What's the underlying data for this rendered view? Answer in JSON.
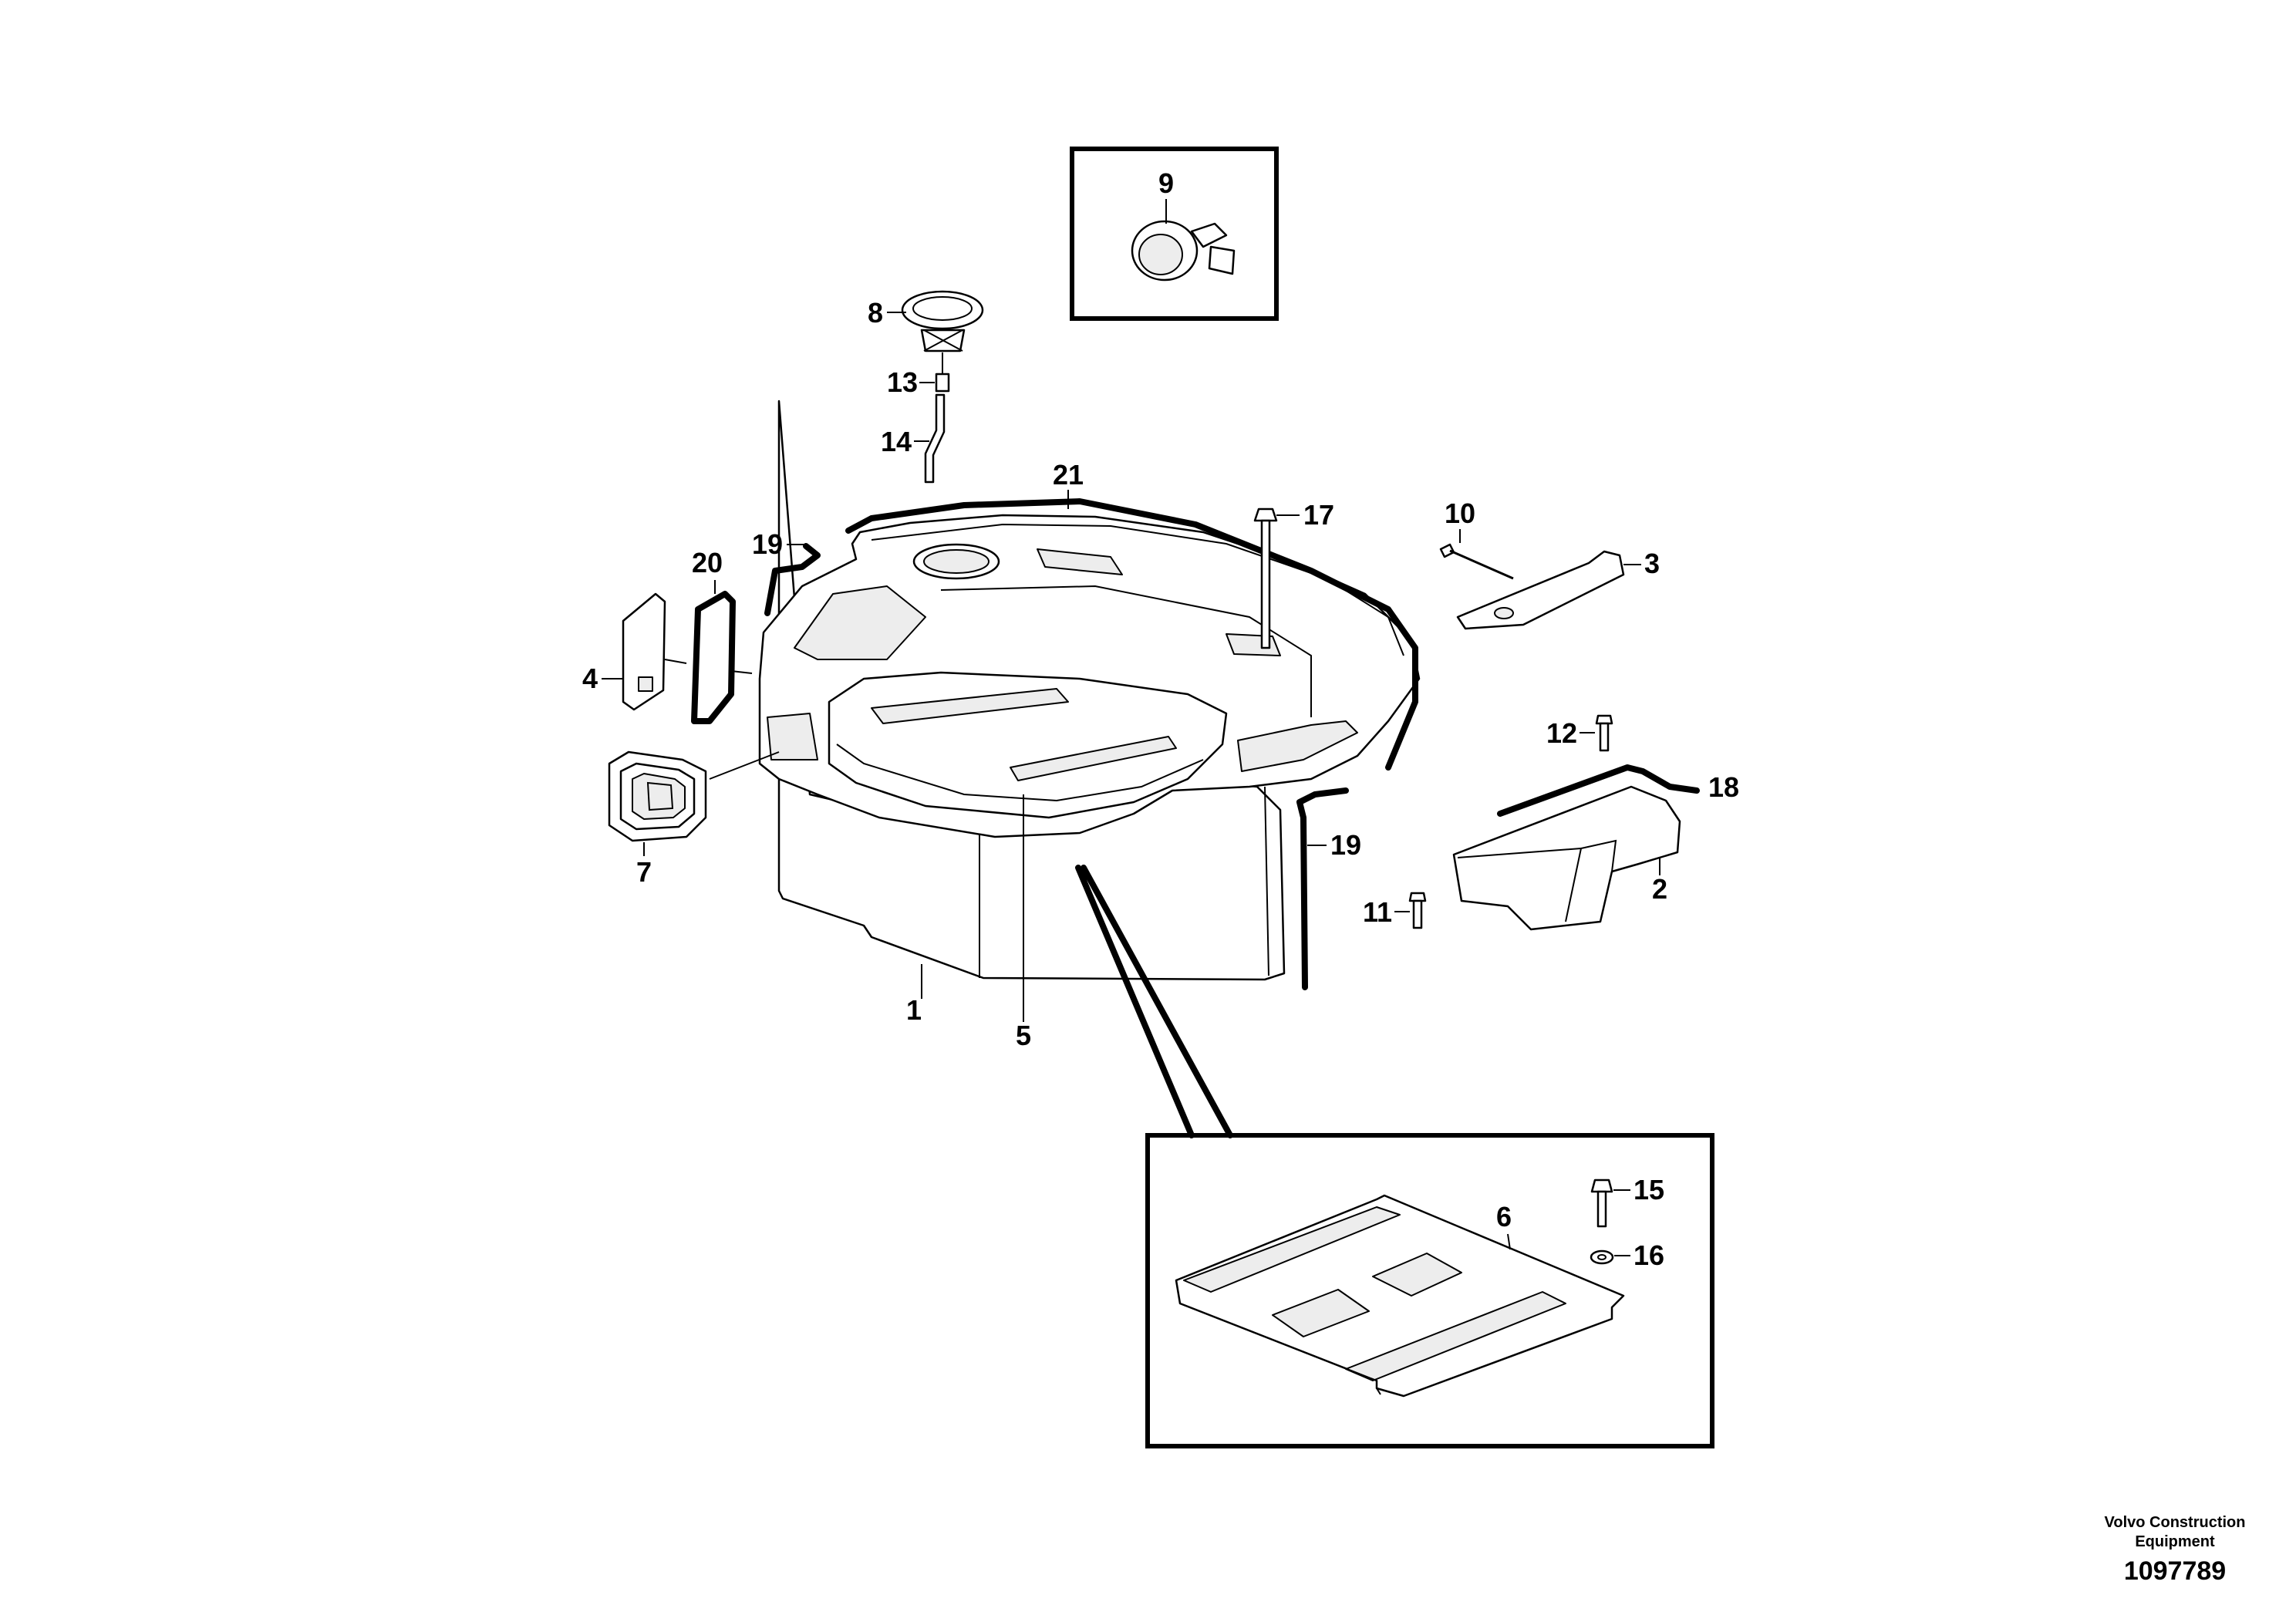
{
  "callouts": {
    "c1": "1",
    "c2": "2",
    "c3": "3",
    "c4": "4",
    "c5": "5",
    "c6": "6",
    "c7": "7",
    "c8": "8",
    "c9": "9",
    "c10": "10",
    "c11": "11",
    "c12": "12",
    "c13": "13",
    "c14": "14",
    "c15": "15",
    "c16": "16",
    "c17": "17",
    "c18": "18",
    "c19a": "19",
    "c19b": "19",
    "c20": "20",
    "c21": "21"
  },
  "stamp": {
    "line1": "Volvo Construction",
    "line2": "Equipment",
    "number": "1097789"
  }
}
